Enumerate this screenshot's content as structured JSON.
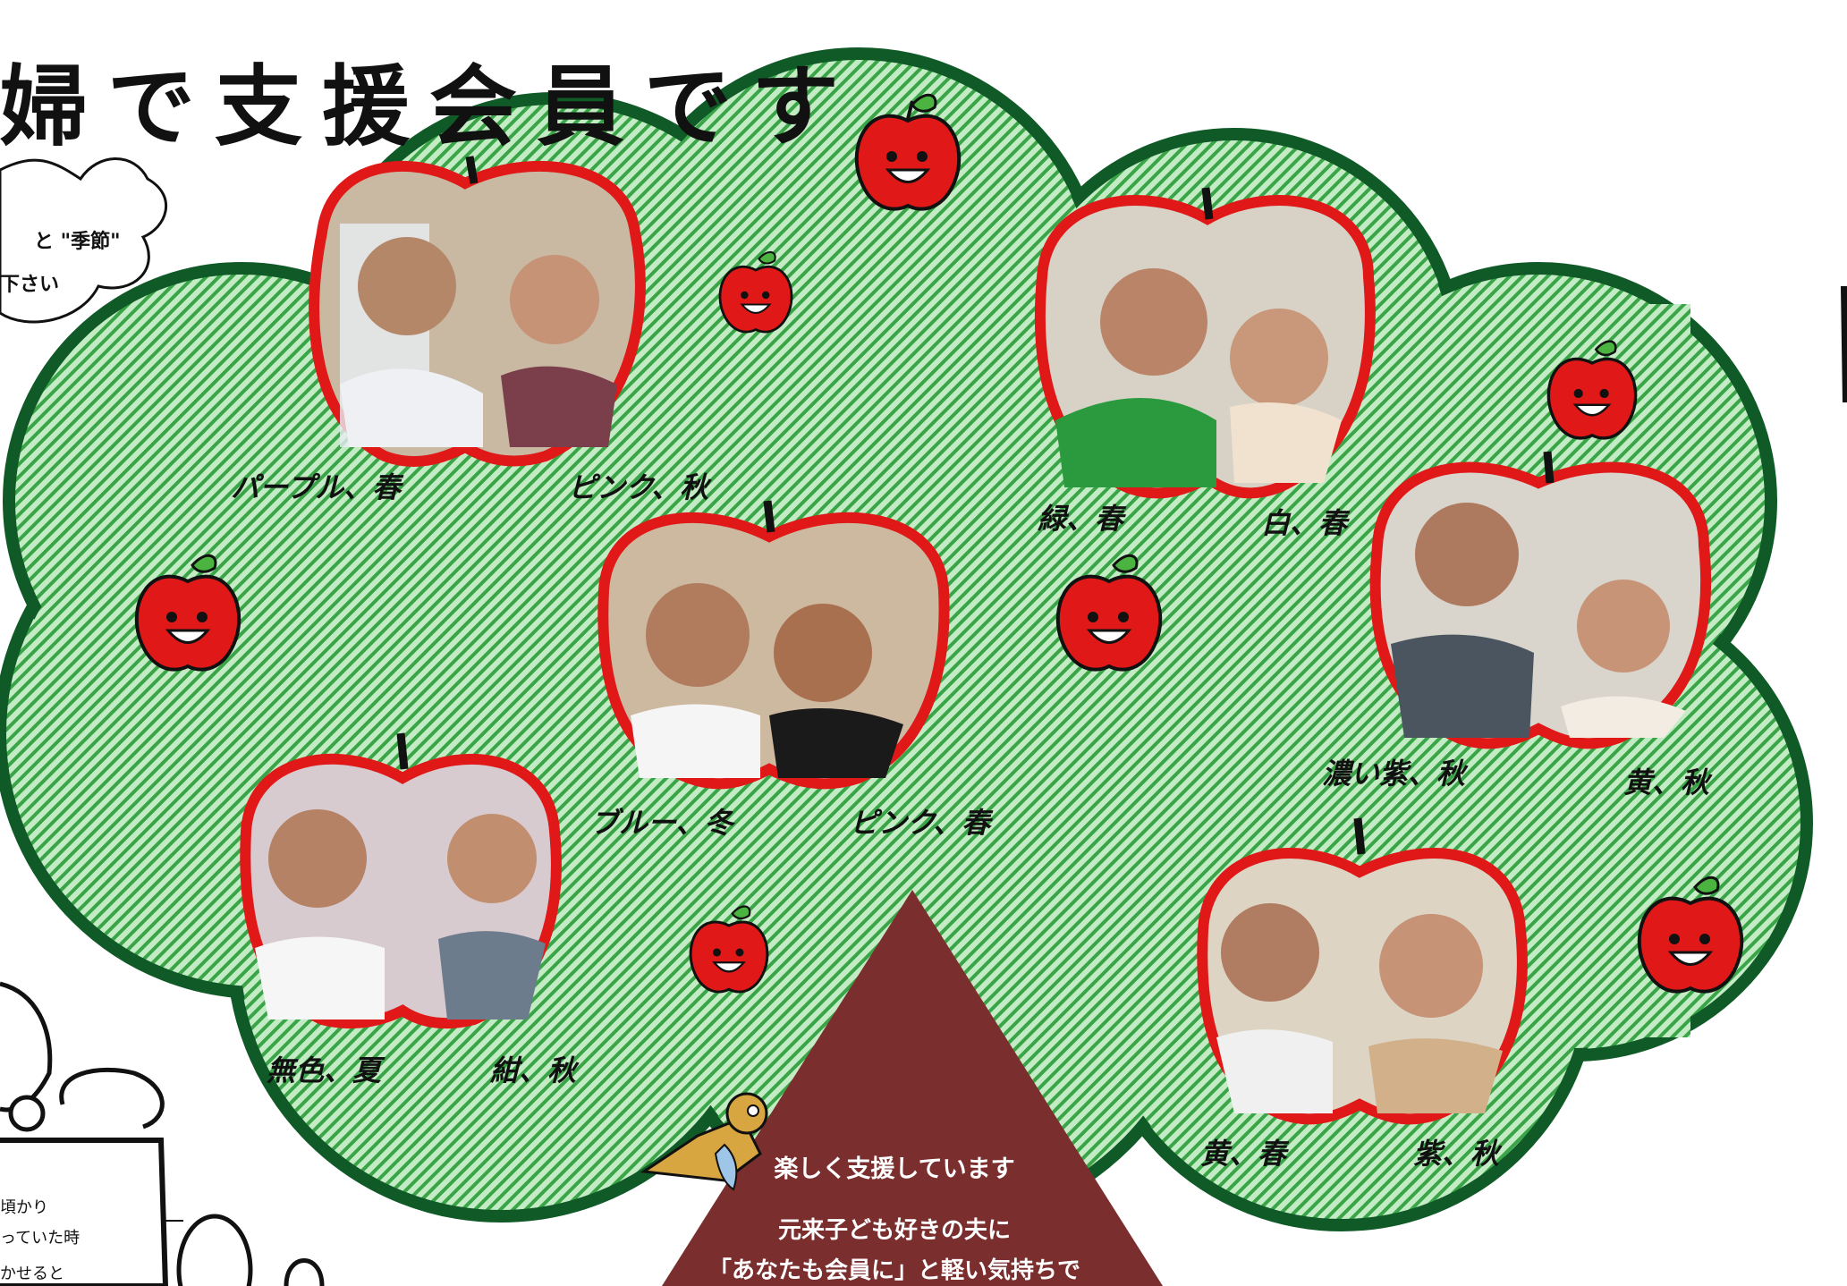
{
  "title": "婦で支援会員です",
  "bubble": {
    "line1": "と \"季節\"",
    "line2": "下さい"
  },
  "couples": [
    {
      "id": "a",
      "left_caption": "パープル、春",
      "right_caption": "ピンク、秋"
    },
    {
      "id": "b",
      "left_caption": "緑、春",
      "right_caption": "白、春"
    },
    {
      "id": "c",
      "left_caption": "ブルー、冬",
      "right_caption": "ピンク、春"
    },
    {
      "id": "d",
      "left_caption": "濃い紫、秋",
      "right_caption": "黄、秋"
    },
    {
      "id": "e",
      "left_caption": "無色、夏",
      "right_caption": "紺、秋"
    },
    {
      "id": "f",
      "left_caption": "黄、春",
      "right_caption": "紫、秋"
    }
  ],
  "trunk": {
    "heading": "楽しく支援しています",
    "line1": "元来子ども好きの夫に",
    "line2": "「あなたも会員に」と軽い気持ちで"
  },
  "left_notes": [
    "頃かり",
    "っていた時",
    "かせると"
  ],
  "colors": {
    "tree_fill": "#b9e6b9",
    "tree_stripe": "#2f9a3a",
    "tree_outline": "#0f5a27",
    "apple_red": "#e01818",
    "trunk": "#7a2e2e"
  }
}
